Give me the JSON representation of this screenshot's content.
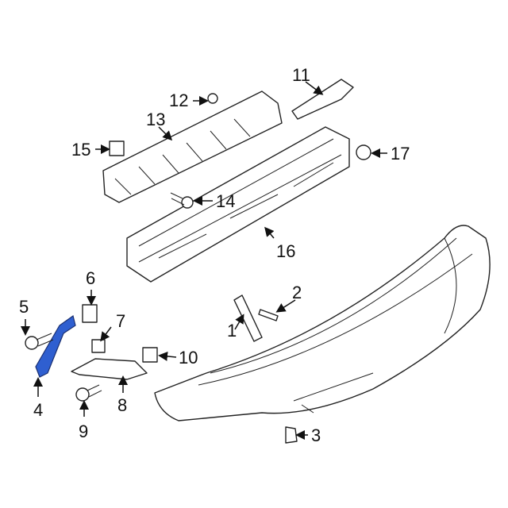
{
  "diagram": {
    "highlight_color": "#2f5fd0",
    "callouts": [
      {
        "number": "1",
        "part": "bracket"
      },
      {
        "number": "2",
        "part": "push-pin"
      },
      {
        "number": "3",
        "part": "clip"
      },
      {
        "number": "4",
        "part": "side-bracket-highlighted"
      },
      {
        "number": "5",
        "part": "bolt"
      },
      {
        "number": "6",
        "part": "nut-clip"
      },
      {
        "number": "7",
        "part": "nut"
      },
      {
        "number": "8",
        "part": "support-bracket"
      },
      {
        "number": "9",
        "part": "bolt"
      },
      {
        "number": "10",
        "part": "nut-clip"
      },
      {
        "number": "11",
        "part": "bracket"
      },
      {
        "number": "12",
        "part": "screw"
      },
      {
        "number": "13",
        "part": "energy-absorber"
      },
      {
        "number": "14",
        "part": "bolt"
      },
      {
        "number": "15",
        "part": "clip"
      },
      {
        "number": "16",
        "part": "reinforcement-bar"
      },
      {
        "number": "17",
        "part": "nut"
      }
    ]
  }
}
